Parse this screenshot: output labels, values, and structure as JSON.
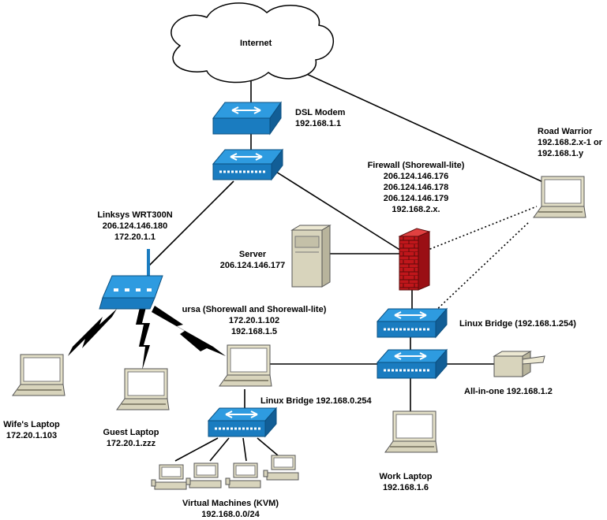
{
  "internet": {
    "label": "Internet"
  },
  "dsl_modem": {
    "name": "DSL Modem",
    "ip": "192.168.1.1"
  },
  "road_warrior": {
    "name": "Road Warrior",
    "ip1": "192.168.2.x-1 or",
    "ip2": "192.168.1.y"
  },
  "firewall": {
    "name": "Firewall (Shorewall-lite)",
    "ip1": "206.124.146.176",
    "ip2": "206.124.146.178",
    "ip3": "206.124.146.179",
    "ip4": "192.168.2.x."
  },
  "linksys": {
    "name": "Linksys WRT300N",
    "ip1": "206.124.146.180",
    "ip2": "172.20.1.1"
  },
  "server": {
    "name": "Server",
    "ip": "206.124.146.177"
  },
  "ursa": {
    "name": "ursa (Shorewall and Shorewall-lite)",
    "ip1": "172.20.1.102",
    "ip2": "192.168.1.5"
  },
  "linux_bridge_1": {
    "name": "Linux Bridge (192.168.1.254)"
  },
  "wifes_laptop": {
    "name": "Wife's Laptop",
    "ip": "172.20.1.103"
  },
  "guest_laptop": {
    "name": "Guest Laptop",
    "ip": "172.20.1.zzz"
  },
  "linux_bridge_0": {
    "name": "Linux Bridge 192.168.0.254"
  },
  "all_in_one": {
    "name": "All-in-one 192.168.1.2"
  },
  "virtual_machines": {
    "name": "Virtual Machines (KVM)",
    "subnet": "192.168.0.0/24"
  },
  "work_laptop": {
    "name": "Work Laptop",
    "ip": "192.168.1.6"
  },
  "colors": {
    "device_blue": "#1e88c8",
    "firewall_red": "#c0161b",
    "laptop_gray": "#e4e0c8",
    "line": "#000000"
  }
}
